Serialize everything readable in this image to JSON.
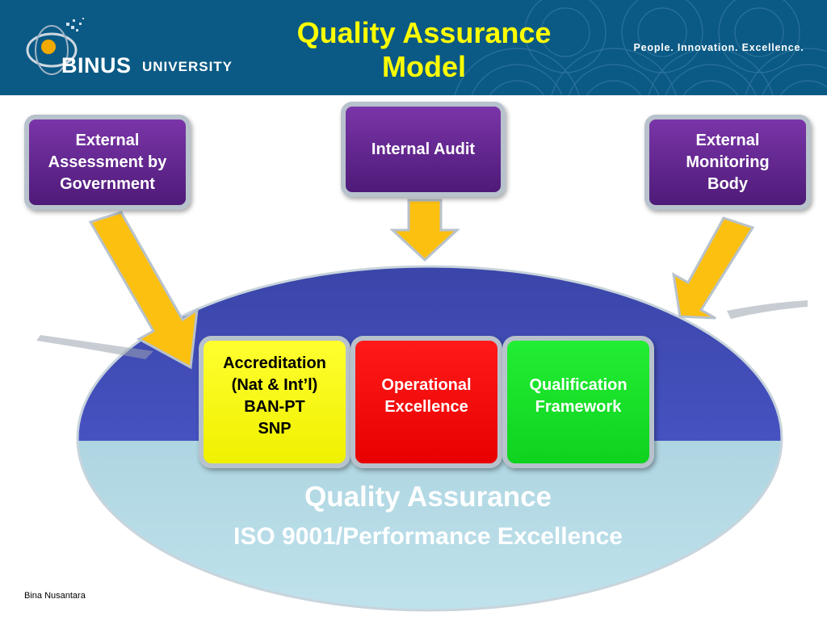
{
  "header": {
    "logo_name": "BINUS",
    "logo_suffix": "UNIVERSITY",
    "title_line1": "Quality Assurance",
    "title_line2": "Model",
    "tagline": "People. Innovation. Excellence."
  },
  "top_boxes": {
    "left": {
      "line1": "External",
      "line2": "Assessment by",
      "line3": "Government"
    },
    "center": {
      "line1": "Internal Audit"
    },
    "right": {
      "line1": "External",
      "line2": "Monitoring",
      "line3": "Body"
    }
  },
  "inner_boxes": {
    "accreditation": {
      "line1": "Accreditation",
      "line2": "(Nat & Int’l)",
      "line3": "BAN-PT",
      "line4": "SNP"
    },
    "operational": {
      "line1": "Operational",
      "line2": "Excellence"
    },
    "qualification": {
      "line1": "Qualification",
      "line2": "Framework"
    }
  },
  "ellipse": {
    "title": "Quality Assurance",
    "subtitle": "ISO 9001/Performance Excellence"
  },
  "footer": {
    "text": "Bina Nusantara"
  },
  "colors": {
    "header_bg": "#0b5a85",
    "title_yellow": "#ffff00",
    "box_purple": "#5c2388",
    "arrow_yellow": "#fcc010",
    "ellipse_top": "#3c47b0",
    "ellipse_bottom": "#a8d4e0",
    "accreditation_fill": "#ffff00",
    "operational_fill": "#ff0000",
    "qualification_fill": "#11dd22"
  }
}
